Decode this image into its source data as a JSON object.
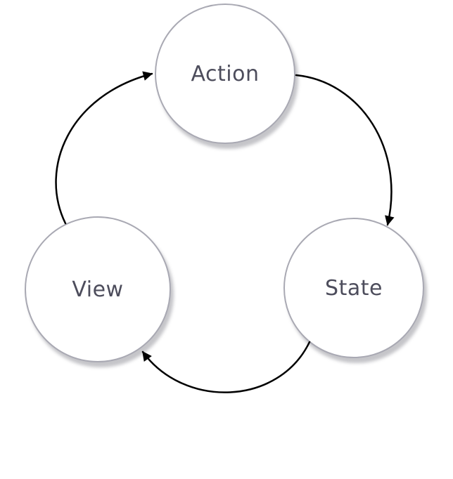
{
  "diagram": {
    "type": "cycle",
    "nodes": [
      {
        "id": "action",
        "label": "Action"
      },
      {
        "id": "view",
        "label": "View"
      },
      {
        "id": "state",
        "label": "State"
      }
    ],
    "edges": [
      {
        "from": "view",
        "to": "action"
      },
      {
        "from": "action",
        "to": "state"
      },
      {
        "from": "state",
        "to": "view"
      }
    ],
    "colors": {
      "circle_fill": "#ffffff",
      "circle_border": "#a9a9b3",
      "label_text": "#4d4d5c",
      "arrow": "#000000"
    }
  }
}
